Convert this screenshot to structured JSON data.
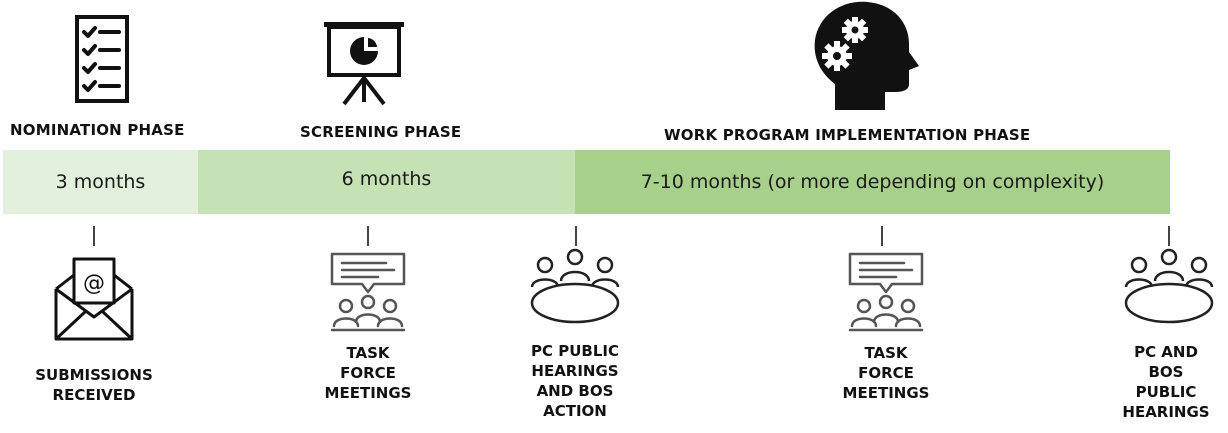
{
  "phases": [
    {
      "title": "NOMINATION PHASE",
      "duration": "3 months",
      "color": "#e3f0db"
    },
    {
      "title": "SCREENING PHASE",
      "duration": "6 months",
      "color": "#c5e2b4"
    },
    {
      "title": "WORK PROGRAM IMPLEMENTATION PHASE",
      "duration": "7-10 months (or more depending on complexity)",
      "color": "#a7d18a"
    }
  ],
  "milestones": [
    {
      "icon": "envelope-email-icon",
      "lines": [
        "SUBMISSIONS",
        "RECEIVED"
      ]
    },
    {
      "icon": "presentation-meeting-icon",
      "lines": [
        "TASK",
        "FORCE",
        "MEETINGS"
      ]
    },
    {
      "icon": "conference-table-icon",
      "lines": [
        "PC PUBLIC",
        "HEARINGS",
        "AND BOS",
        "ACTION"
      ]
    },
    {
      "icon": "presentation-meeting-icon",
      "lines": [
        "TASK",
        "FORCE",
        "MEETINGS"
      ]
    },
    {
      "icon": "conference-table-icon",
      "lines": [
        "PC AND",
        "BOS",
        "PUBLIC",
        "HEARINGS"
      ]
    }
  ],
  "phase_icons": [
    "checklist-icon",
    "projector-chart-icon",
    "head-gears-icon"
  ],
  "email_symbol": "@"
}
